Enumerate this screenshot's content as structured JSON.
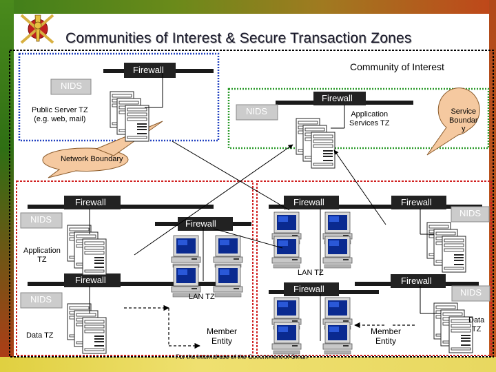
{
  "title": "Communities of Interest & Secure Transaction Zones",
  "footer": "For the internal use of the Government of Oman",
  "labels": {
    "community_of_interest": "Community of Interest",
    "firewall": "Firewall",
    "nids": "NIDS",
    "public_server_tz": "Public Server TZ\n(e.g. web, mail)",
    "application_services_tz": "Application\nServices TZ",
    "service_boundary": "Service\nBoundar\ny",
    "network_boundary": "Network Boundary",
    "application_tz": "Application\nTZ",
    "data_tz_left": "Data TZ",
    "data_tz_right": "Data\nTZ",
    "lan_tz": "LAN TZ",
    "member_entity": "Member\nEntity"
  },
  "colors": {
    "firewall_bar": "#1a1a1a",
    "nids_box": "#cccccc",
    "blue_zone": "#2040c0",
    "green_zone": "#2a9a2a",
    "red_zone": "#d02020",
    "black_zone": "#000000",
    "callout_fill": "#f5c9a0",
    "callout_stroke": "#8a5a2a",
    "link_line": "#000000"
  },
  "icons": [
    "oman-emblem-icon",
    "server-rack-icon",
    "workstation-icon"
  ]
}
